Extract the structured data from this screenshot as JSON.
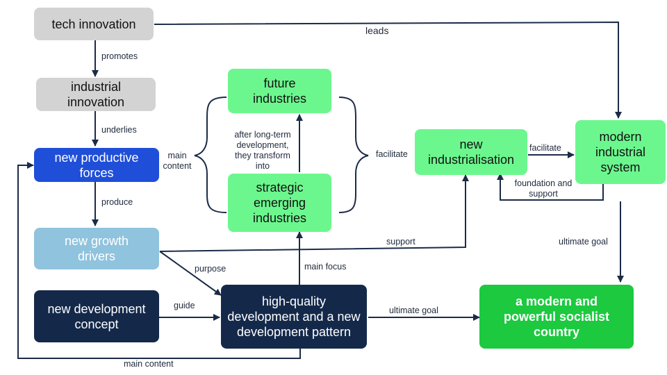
{
  "nodes": {
    "tech_innovation": "tech innovation",
    "industrial_innovation": "industrial innovation",
    "new_productive_forces": "new productive forces",
    "new_growth_drivers": "new growth drivers",
    "new_development_concept": "new development concept",
    "high_quality_development": "high-quality development and a new development pattern",
    "future_industries": "future industries",
    "strategic_emerging_industries": "strategic emerging industries",
    "new_industrialisation": "new industrialisation",
    "modern_industrial_system": "modern industrial system",
    "modern_powerful_country": "a modern and powerful socialist country"
  },
  "edges": {
    "leads": "leads",
    "promotes": "promotes",
    "underlies": "underlies",
    "produce": "produce",
    "main_content_brace": "main content",
    "after_long_term": "after long-term development, they transform into",
    "facilitate_brace": "facilitate",
    "facilitate_arrow": "facilitate",
    "foundation_support": "foundation and support",
    "support": "support",
    "purpose": "purpose",
    "main_focus": "main focus",
    "guide": "guide",
    "ultimate_goal_bottom": "ultimate goal",
    "ultimate_goal_right": "ultimate goal",
    "main_content_bottom": "main content"
  },
  "colors": {
    "grey": "#d3d3d3",
    "blue": "#1f4fd8",
    "light_blue": "#90c3dd",
    "navy": "#14294a",
    "light_green": "#6cf78e",
    "dark_green": "#1cc93f",
    "wire": "#1b2b47"
  }
}
